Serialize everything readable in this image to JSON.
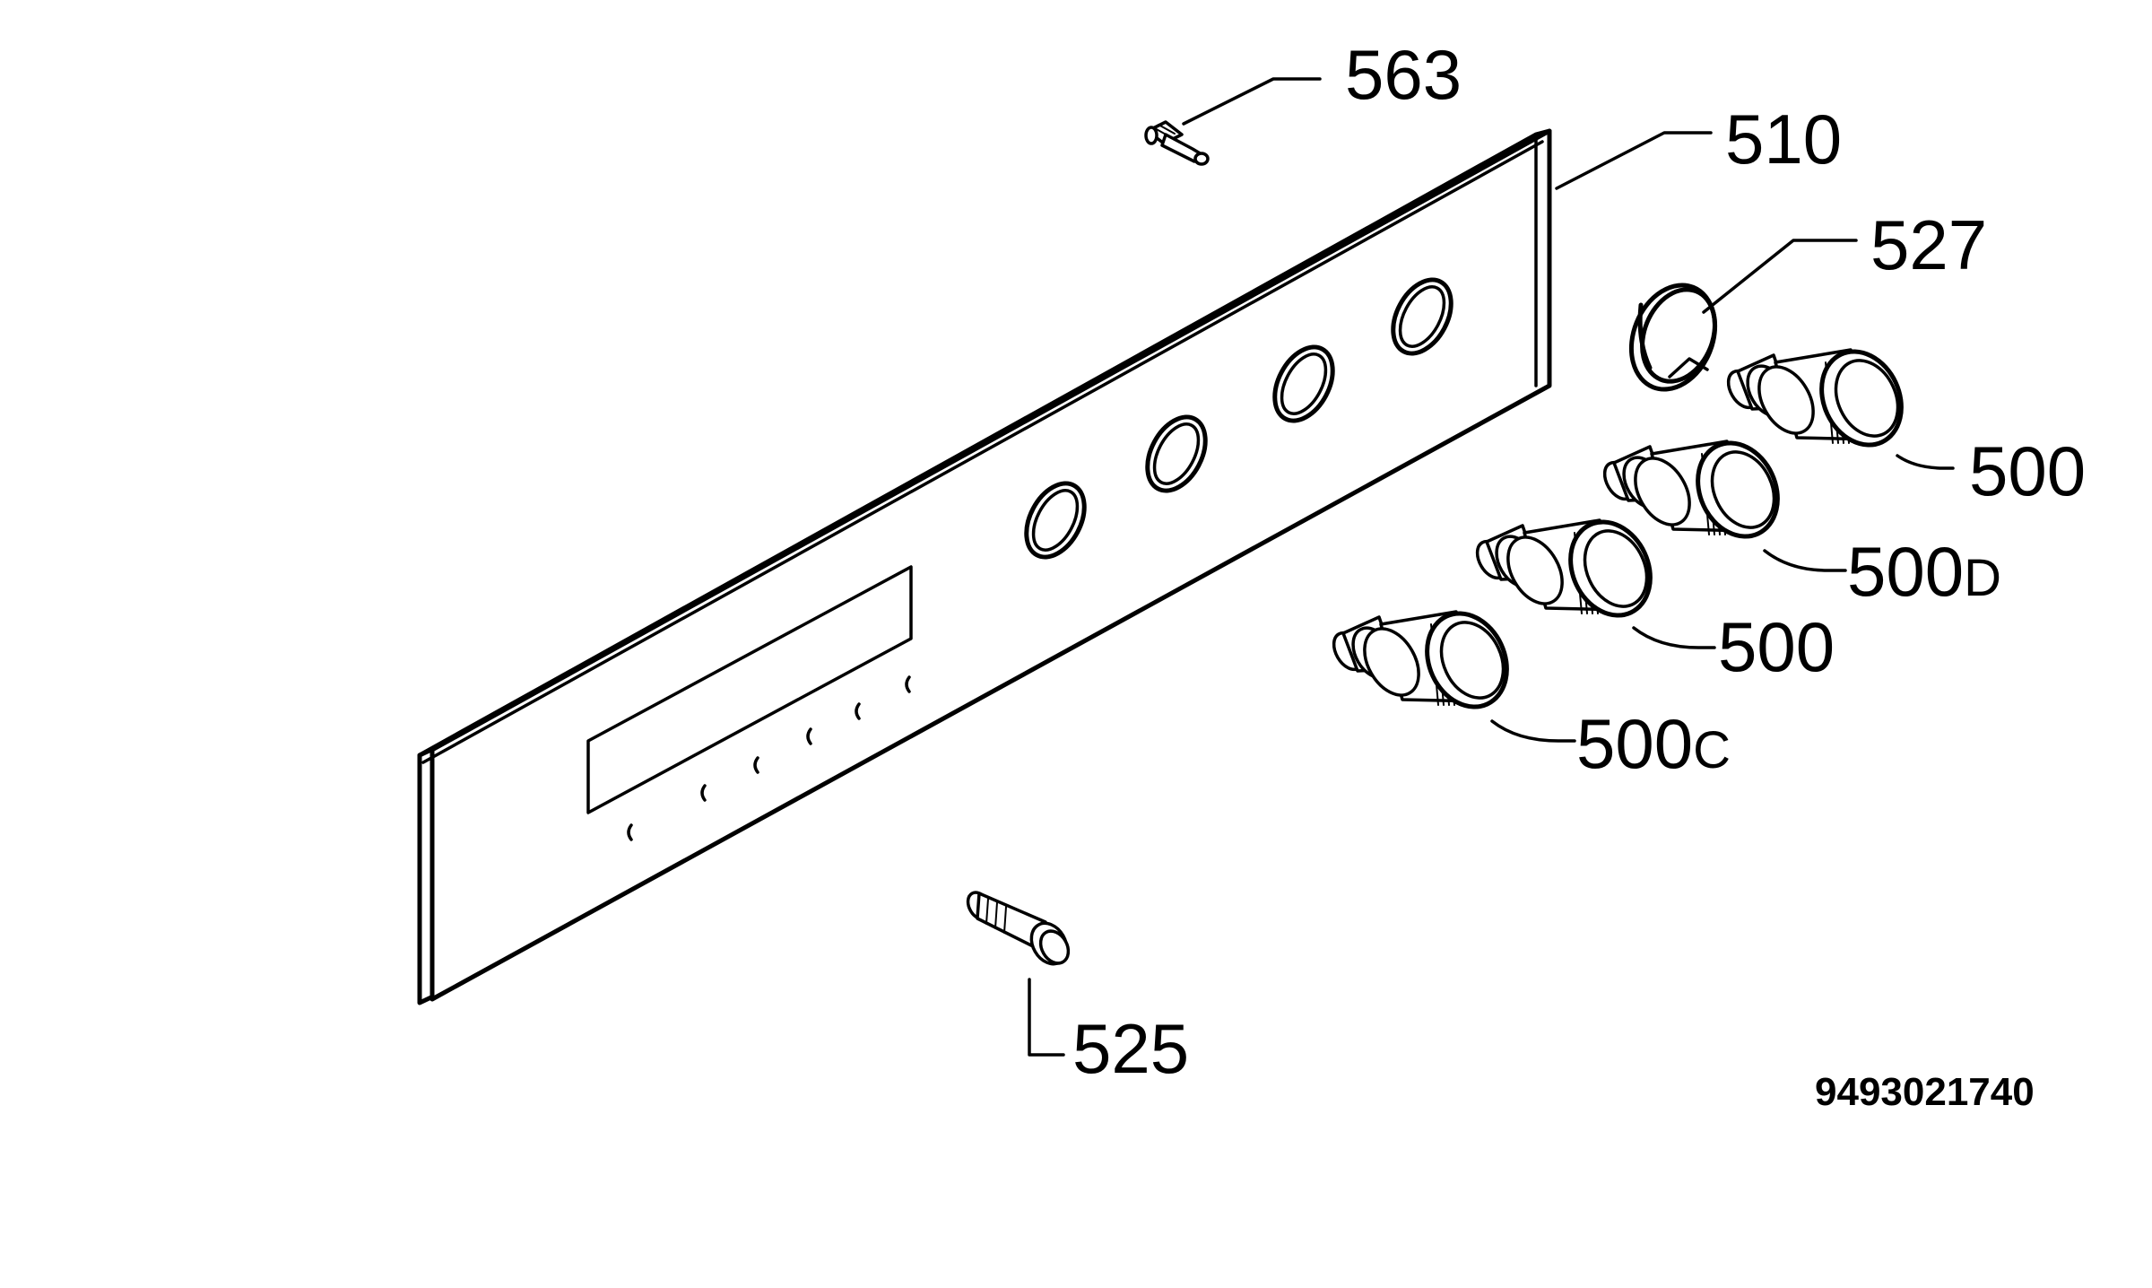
{
  "diagram": {
    "callouts": [
      {
        "id": "563",
        "text": "563"
      },
      {
        "id": "510",
        "text": "510"
      },
      {
        "id": "527",
        "text": "527"
      },
      {
        "id": "500a",
        "text": "500"
      },
      {
        "id": "500d",
        "text": "500",
        "suffix": "D"
      },
      {
        "id": "500b",
        "text": "500"
      },
      {
        "id": "500c",
        "text": "500",
        "suffix": "C"
      },
      {
        "id": "525",
        "text": "525"
      }
    ],
    "document_number": "9493021740"
  }
}
